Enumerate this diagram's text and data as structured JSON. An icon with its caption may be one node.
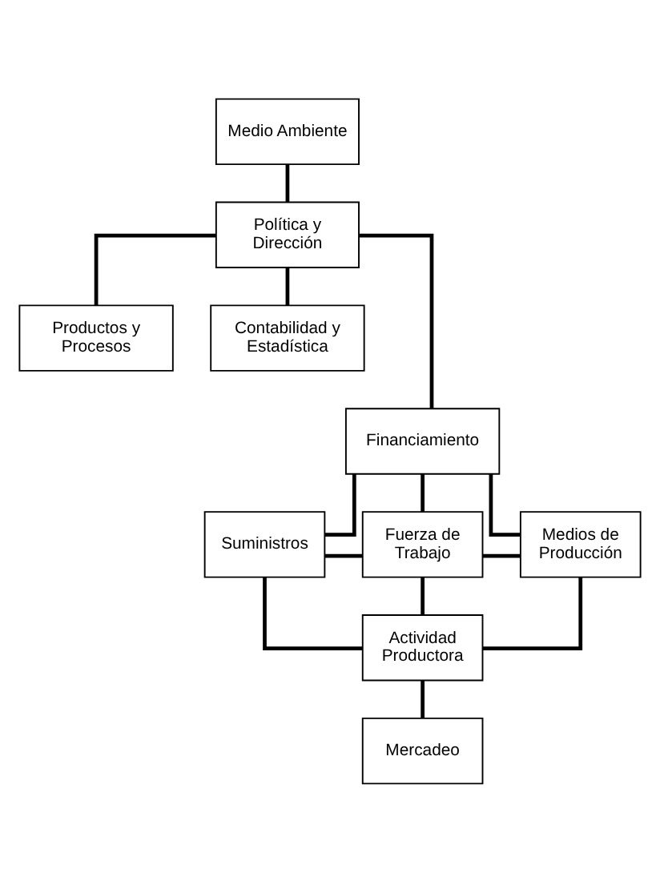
{
  "diagram": {
    "nodes": [
      {
        "text": [
          "Medio Ambiente"
        ]
      },
      {
        "text": [
          "Política y Dirección"
        ]
      },
      {
        "text": [
          "Productos y Procesos"
        ]
      },
      {
        "text": [
          "Contabilidad y Estadística"
        ]
      },
      {
        "text": [
          "Financiamiento"
        ]
      },
      {
        "text": [
          "Suministros"
        ]
      },
      {
        "text": [
          "Fuerza de Trabajo"
        ]
      },
      {
        "text": [
          "Medios de Producción"
        ]
      },
      {
        "text": [
          "Actividad Productora"
        ]
      },
      {
        "text": [
          "Mercadeo"
        ]
      }
    ],
    "edges": [
      {
        "from": 0,
        "to": 1,
        "arrow": "none"
      },
      {
        "from": 1,
        "to": 2,
        "arrow": "none"
      },
      {
        "from": 1,
        "to": 4,
        "arrow": "none"
      },
      {
        "from": 1,
        "to": 3,
        "arrow": "none"
      },
      {
        "from": 4,
        "to": 5,
        "arrow": "none"
      },
      {
        "from": 4,
        "to": 6,
        "arrow": "none"
      },
      {
        "from": 4,
        "to": 7,
        "arrow": "none"
      },
      {
        "from": 5,
        "to": 6,
        "arrow": "none"
      },
      {
        "from": 6,
        "to": 7,
        "arrow": "none"
      },
      {
        "from": 5,
        "to": 8,
        "arrow": "none"
      },
      {
        "from": 6,
        "to": 8,
        "arrow": "none"
      },
      {
        "from": 7,
        "to": 8,
        "arrow": "none"
      },
      {
        "from": 8,
        "to": 9,
        "arrow": "none"
      }
    ]
  }
}
